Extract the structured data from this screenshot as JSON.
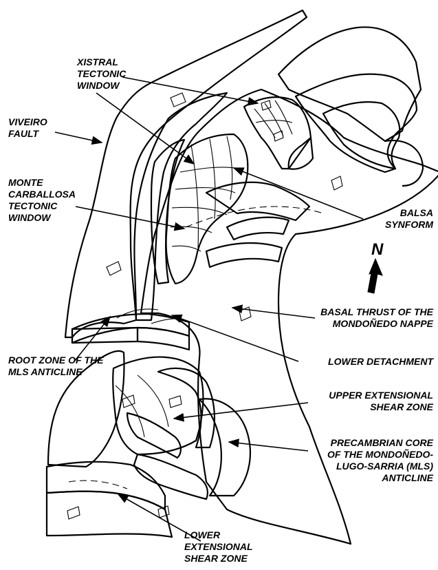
{
  "labels": {
    "xistral": [
      "XISTRAL",
      "TECTONIC",
      "WINDOW"
    ],
    "viveiro": [
      "VIVEIRO",
      "FAULT"
    ],
    "monte_carballosa": [
      "MONTE",
      "CARBALLOSA",
      "TECTONIC",
      "WINDOW"
    ],
    "balsa": [
      "BALSA",
      "SYNFORM"
    ],
    "north": "N",
    "basal_thrust": [
      "BASAL THRUST OF THE",
      "MONDOÑEDO NAPPE"
    ],
    "root_zone": [
      "ROOT ZONE OF THE",
      "MLS ANTICLINE"
    ],
    "lower_detachment": "LOWER DETACHMENT",
    "upper_extensional": [
      "UPPER EXTENSIONAL",
      "SHEAR ZONE"
    ],
    "precambrian": [
      "PRECAMBRIAN CORE",
      "OF THE MONDOÑEDO-",
      "LUGO-SARRIA (MLS)",
      "ANTICLINE"
    ],
    "lower_extensional": [
      "LOWER",
      "EXTENSIONAL",
      "SHEAR ZONE"
    ]
  },
  "colors": {
    "black_unit": "#000000",
    "dark_gray": "#6f6f6f",
    "mid_gray": "#9a9a9a",
    "light_gray": "#c6c6c6",
    "pale_gray": "#e4e4e4",
    "stipple_bg": "#ffffff",
    "stipple_dot": "#000000"
  }
}
